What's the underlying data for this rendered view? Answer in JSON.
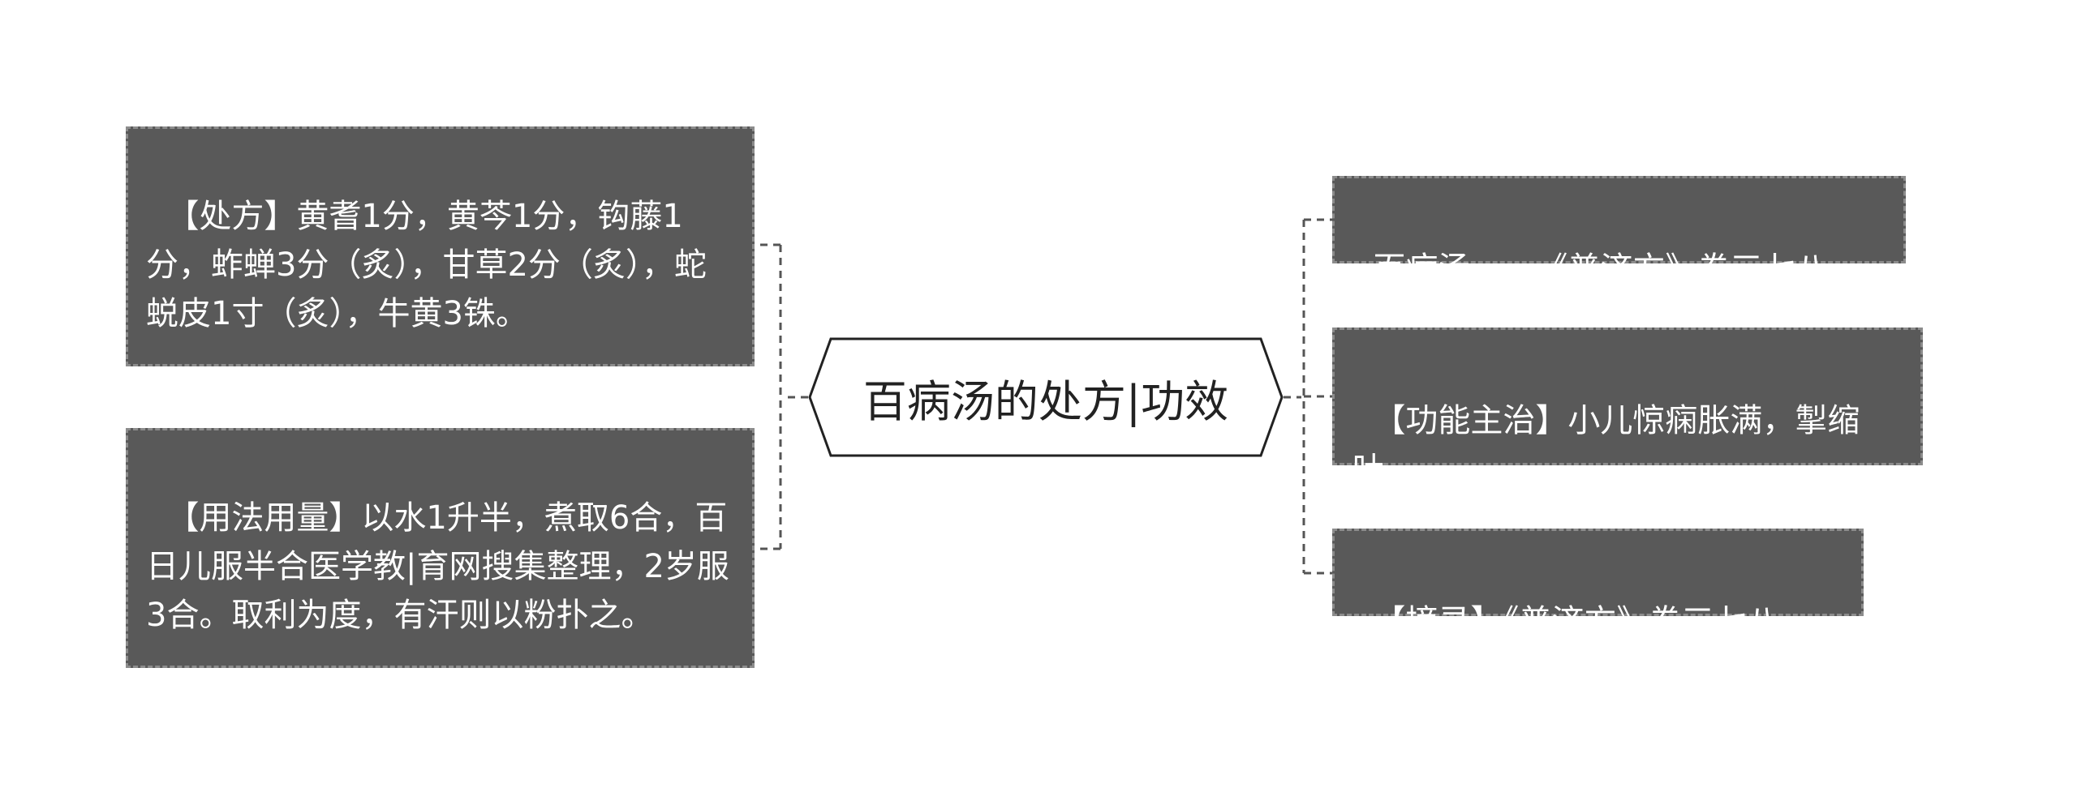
{
  "center": {
    "title": "百病汤的处方|功效"
  },
  "left_nodes": [
    {
      "text": "【处方】黄耆1分，黄芩1分，钩藤1分，蚱蝉3分（炙），甘草2分（炙），蛇蜕皮1寸（炙），牛黄3铢。"
    },
    {
      "text": "【用法用量】以水1升半，煮取6合，百日儿服半合医学教|育网搜集整理，2岁服3合。取利为度，有汗则以粉扑之。"
    }
  ],
  "right_nodes": [
    {
      "text": "百病汤——《普济方》卷三七八"
    },
    {
      "text": "【功能主治】小儿惊痫胀满，掣缩吐。"
    },
    {
      "text": "【摘录】《普济方》卷三七八"
    }
  ],
  "colors": {
    "node_fill": "#595959",
    "node_border": "#8c8c8c",
    "node_text": "#ffffff",
    "center_border": "#222222",
    "connector": "#555555"
  }
}
